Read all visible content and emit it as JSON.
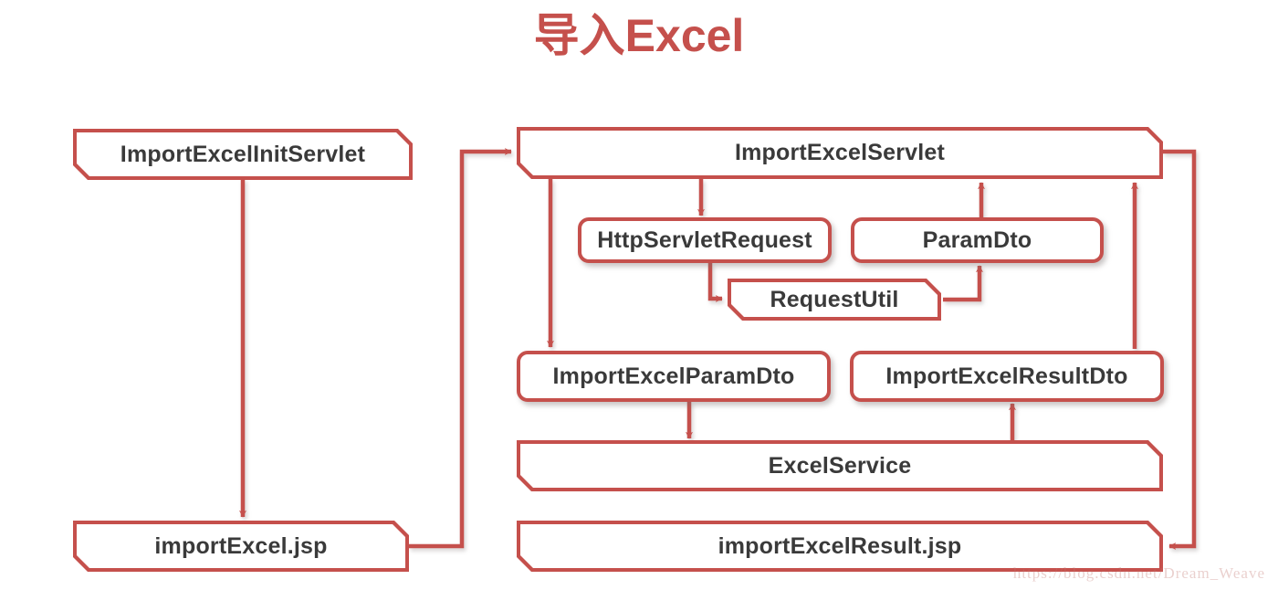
{
  "page": {
    "title": "导入Excel",
    "title_color": "#C5504C",
    "background": "#FFFFFF",
    "box_border_color": "#C5504C",
    "box_fill_color": "#FFFFFF",
    "text_color": "#3A3A3A",
    "arrow_color": "#C5504C",
    "watermark": "https://blog.csdn.net/Dream_Weave"
  },
  "diagram": {
    "type": "flowchart",
    "nodes": [
      {
        "id": "importExcelInitServlet",
        "label": "ImportExcelInitServlet",
        "shape": "beveled"
      },
      {
        "id": "importExcelJsp",
        "label": "importExcel.jsp",
        "shape": "beveled"
      },
      {
        "id": "importExcelServlet",
        "label": "ImportExcelServlet",
        "shape": "beveled"
      },
      {
        "id": "httpServletRequest",
        "label": "HttpServletRequest",
        "shape": "rounded"
      },
      {
        "id": "paramDto",
        "label": "ParamDto",
        "shape": "rounded"
      },
      {
        "id": "requestUtil",
        "label": "RequestUtil",
        "shape": "beveled"
      },
      {
        "id": "importExcelParamDto",
        "label": "ImportExcelParamDto",
        "shape": "rounded"
      },
      {
        "id": "importExcelResultDto",
        "label": "ImportExcelResultDto",
        "shape": "rounded"
      },
      {
        "id": "excelService",
        "label": "ExcelService",
        "shape": "beveled"
      },
      {
        "id": "importExcelResultJsp",
        "label": "importExcelResult.jsp",
        "shape": "beveled"
      }
    ],
    "edges": [
      {
        "from": "importExcelInitServlet",
        "to": "importExcelJsp"
      },
      {
        "from": "importExcelJsp",
        "to": "importExcelServlet"
      },
      {
        "from": "importExcelServlet",
        "to": "httpServletRequest"
      },
      {
        "from": "importExcelServlet",
        "to": "importExcelParamDto"
      },
      {
        "from": "httpServletRequest",
        "to": "requestUtil"
      },
      {
        "from": "requestUtil",
        "to": "paramDto"
      },
      {
        "from": "paramDto",
        "to": "importExcelServlet"
      },
      {
        "from": "importExcelParamDto",
        "to": "excelService"
      },
      {
        "from": "excelService",
        "to": "importExcelResultDto"
      },
      {
        "from": "importExcelResultDto",
        "to": "importExcelServlet"
      },
      {
        "from": "importExcelServlet",
        "to": "importExcelResultJsp"
      }
    ]
  }
}
